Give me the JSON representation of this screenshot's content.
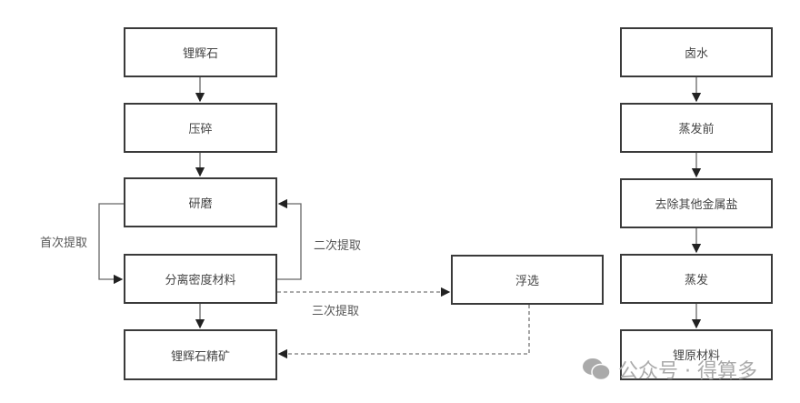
{
  "left_chain": [
    "锂辉石",
    "压碎",
    "研磨",
    "分离密度材料",
    "锂辉石精矿"
  ],
  "flotation": "浮选",
  "right_chain": [
    "卤水",
    "蒸发前",
    "去除其他金属盐",
    "蒸发",
    "锂原材料"
  ],
  "labels": {
    "first": "首次提取",
    "second": "二次提取",
    "third": "三次提取"
  },
  "watermark": {
    "icon": "wechat-icon",
    "text": "公众号 · 得算多"
  }
}
